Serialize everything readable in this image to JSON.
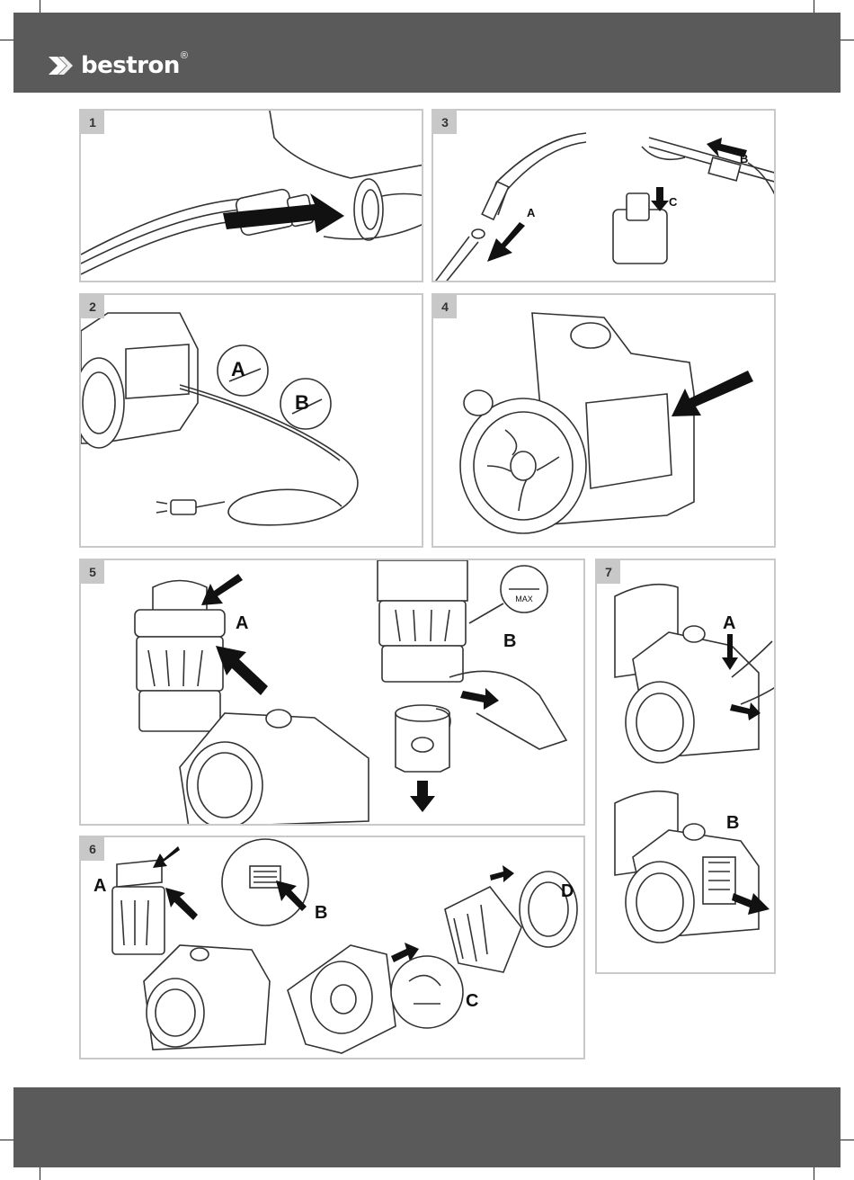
{
  "brand": {
    "name": "bestron",
    "registered": "®"
  },
  "panels": [
    {
      "number": "1",
      "labels": []
    },
    {
      "number": "3",
      "labels": [
        "A",
        "B",
        "C"
      ]
    },
    {
      "number": "2",
      "labels": [
        "A",
        "B"
      ]
    },
    {
      "number": "4",
      "labels": []
    },
    {
      "number": "5",
      "labels": [
        "A",
        "B"
      ],
      "max_mark": "MAX"
    },
    {
      "number": "7",
      "labels": [
        "A",
        "B"
      ]
    },
    {
      "number": "6",
      "labels": [
        "A",
        "B",
        "C",
        "D"
      ]
    }
  ],
  "colors": {
    "band": "#5b5a5b",
    "panel_border": "#c9c9c9",
    "number_tab": "#c8c8c8"
  }
}
